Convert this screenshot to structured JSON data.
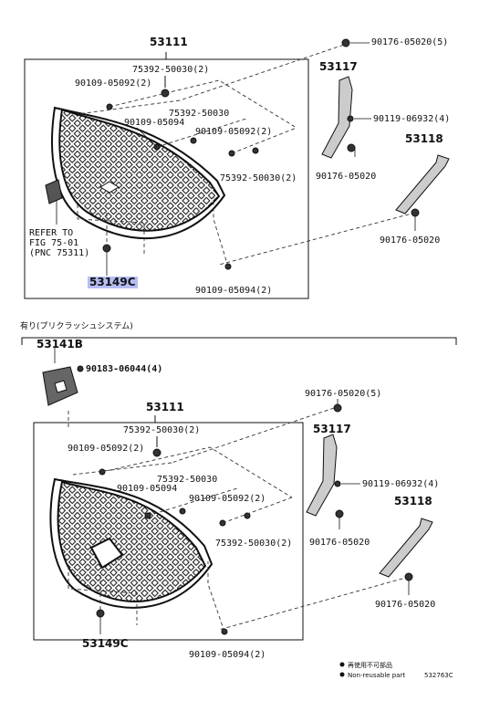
{
  "top": {
    "assembly": "53111",
    "p75392_a": "75392-50030(2)",
    "p90109_a": "90109-05092(2)",
    "p75392_b": "75392-50030",
    "p90109_b": "90109-05094",
    "p90109_c": "90109-05092(2)",
    "p75392_c": "75392-50030(2)",
    "p90109_d": "90109-05094(2)",
    "p90176_top": "90176-05020(5)",
    "p53117": "53117",
    "p90119": "90119-06932(4)",
    "p53118": "53118",
    "p90176_mid": "90176-05020",
    "p90176_low": "90176-05020",
    "highlight": "53149C",
    "ref_line1": "REFER TO",
    "ref_line2": "FIG 75-01",
    "ref_line3": "(PNC 75311)"
  },
  "section_header": "有り(プリクラッシュシステム)",
  "bottom": {
    "p53141b": "53141B",
    "p90183": "90183-06044(4)",
    "assembly": "53111",
    "p75392_a": "75392-50030(2)",
    "p90109_a": "90109-05092(2)",
    "p75392_b": "75392-50030",
    "p90109_b": "90109-05094",
    "p90109_c": "90109-05092(2)",
    "p75392_c": "75392-50030(2)",
    "p90109_d": "90109-05094(2)",
    "p90176_top": "90176-05020(5)",
    "p53117": "53117",
    "p90119": "90119-06932(4)",
    "p53118": "53118",
    "p90176_mid": "90176-05020",
    "p90176_low": "90176-05020",
    "p53149c": "53149C"
  },
  "legend": {
    "jp": "再使用不可部品",
    "en": "Non-reusable part",
    "code": "532763C"
  }
}
